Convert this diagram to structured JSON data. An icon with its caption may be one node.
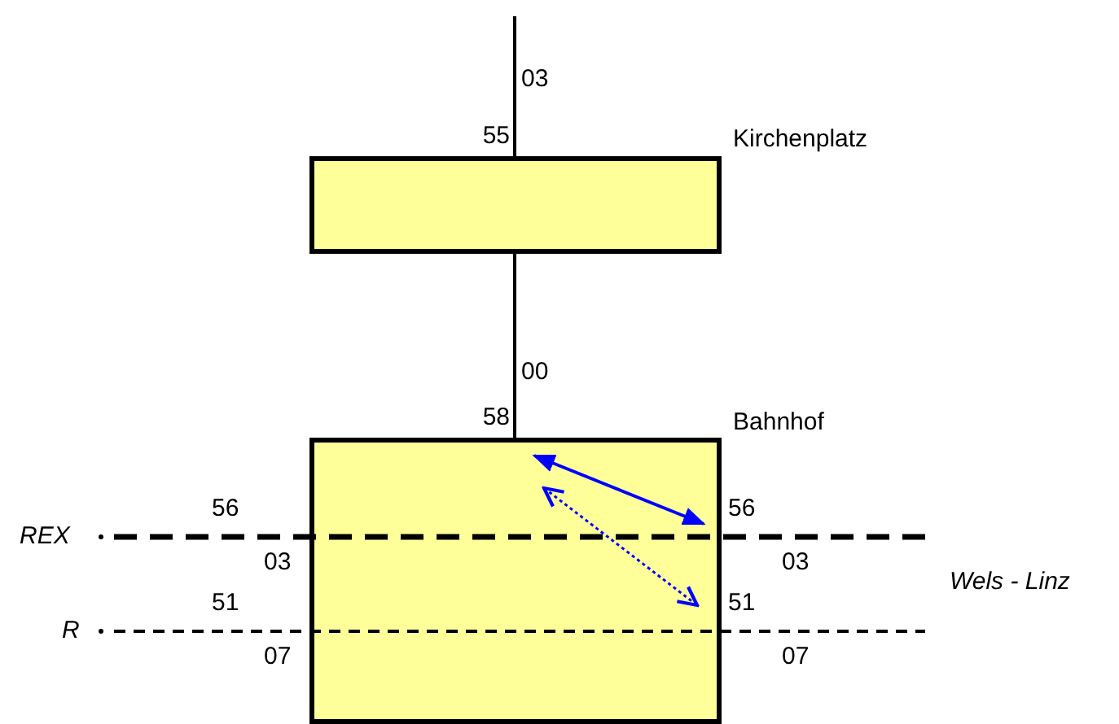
{
  "diagram": {
    "nodes": [
      {
        "text": [
          "Kirchenplatz"
        ]
      },
      {
        "text": [
          "Bahnhof"
        ]
      }
    ],
    "edges": [
      {
        "from": null,
        "to": 0,
        "arrow": "none"
      },
      {
        "from": 0,
        "to": 1,
        "arrow": "none"
      }
    ],
    "labels": [
      "03",
      "55",
      "00",
      "58",
      "REX",
      "56",
      "56",
      "03",
      "03",
      "Wels - Linz",
      "51",
      "51",
      "R",
      "07",
      "07"
    ]
  }
}
